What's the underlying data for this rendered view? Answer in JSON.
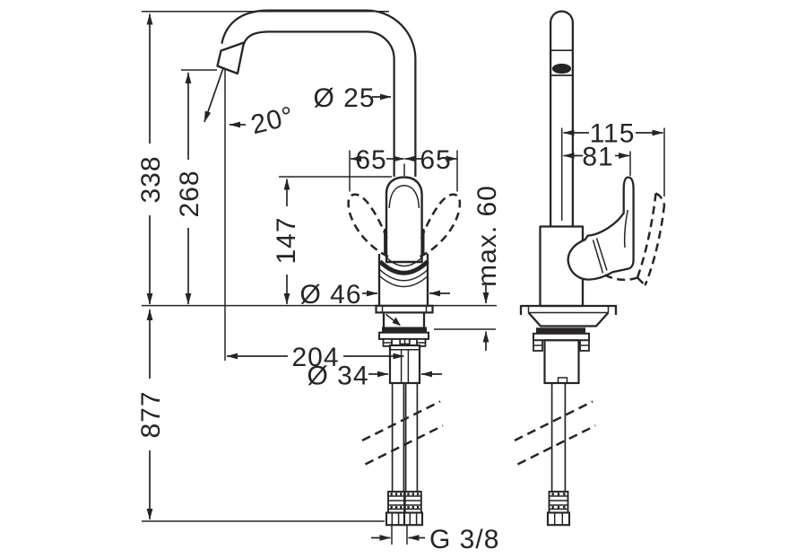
{
  "dimensions": {
    "overall_height": "338",
    "outlet_height": "268",
    "handle_height": "147",
    "hose_length": "877",
    "spout_diameter": "Ø 25",
    "outlet_angle": "20°",
    "swivel_left": "65",
    "swivel_right": "65",
    "base_diameter": "Ø 46",
    "max_counter_thickness": "max. 60",
    "projection": "204",
    "shank_diameter": "Ø 34",
    "connection_thread": "G 3/8",
    "side_reach_open": "115",
    "side_reach": "81"
  },
  "colors": {
    "line": "#272425",
    "background": "#ffffff"
  }
}
